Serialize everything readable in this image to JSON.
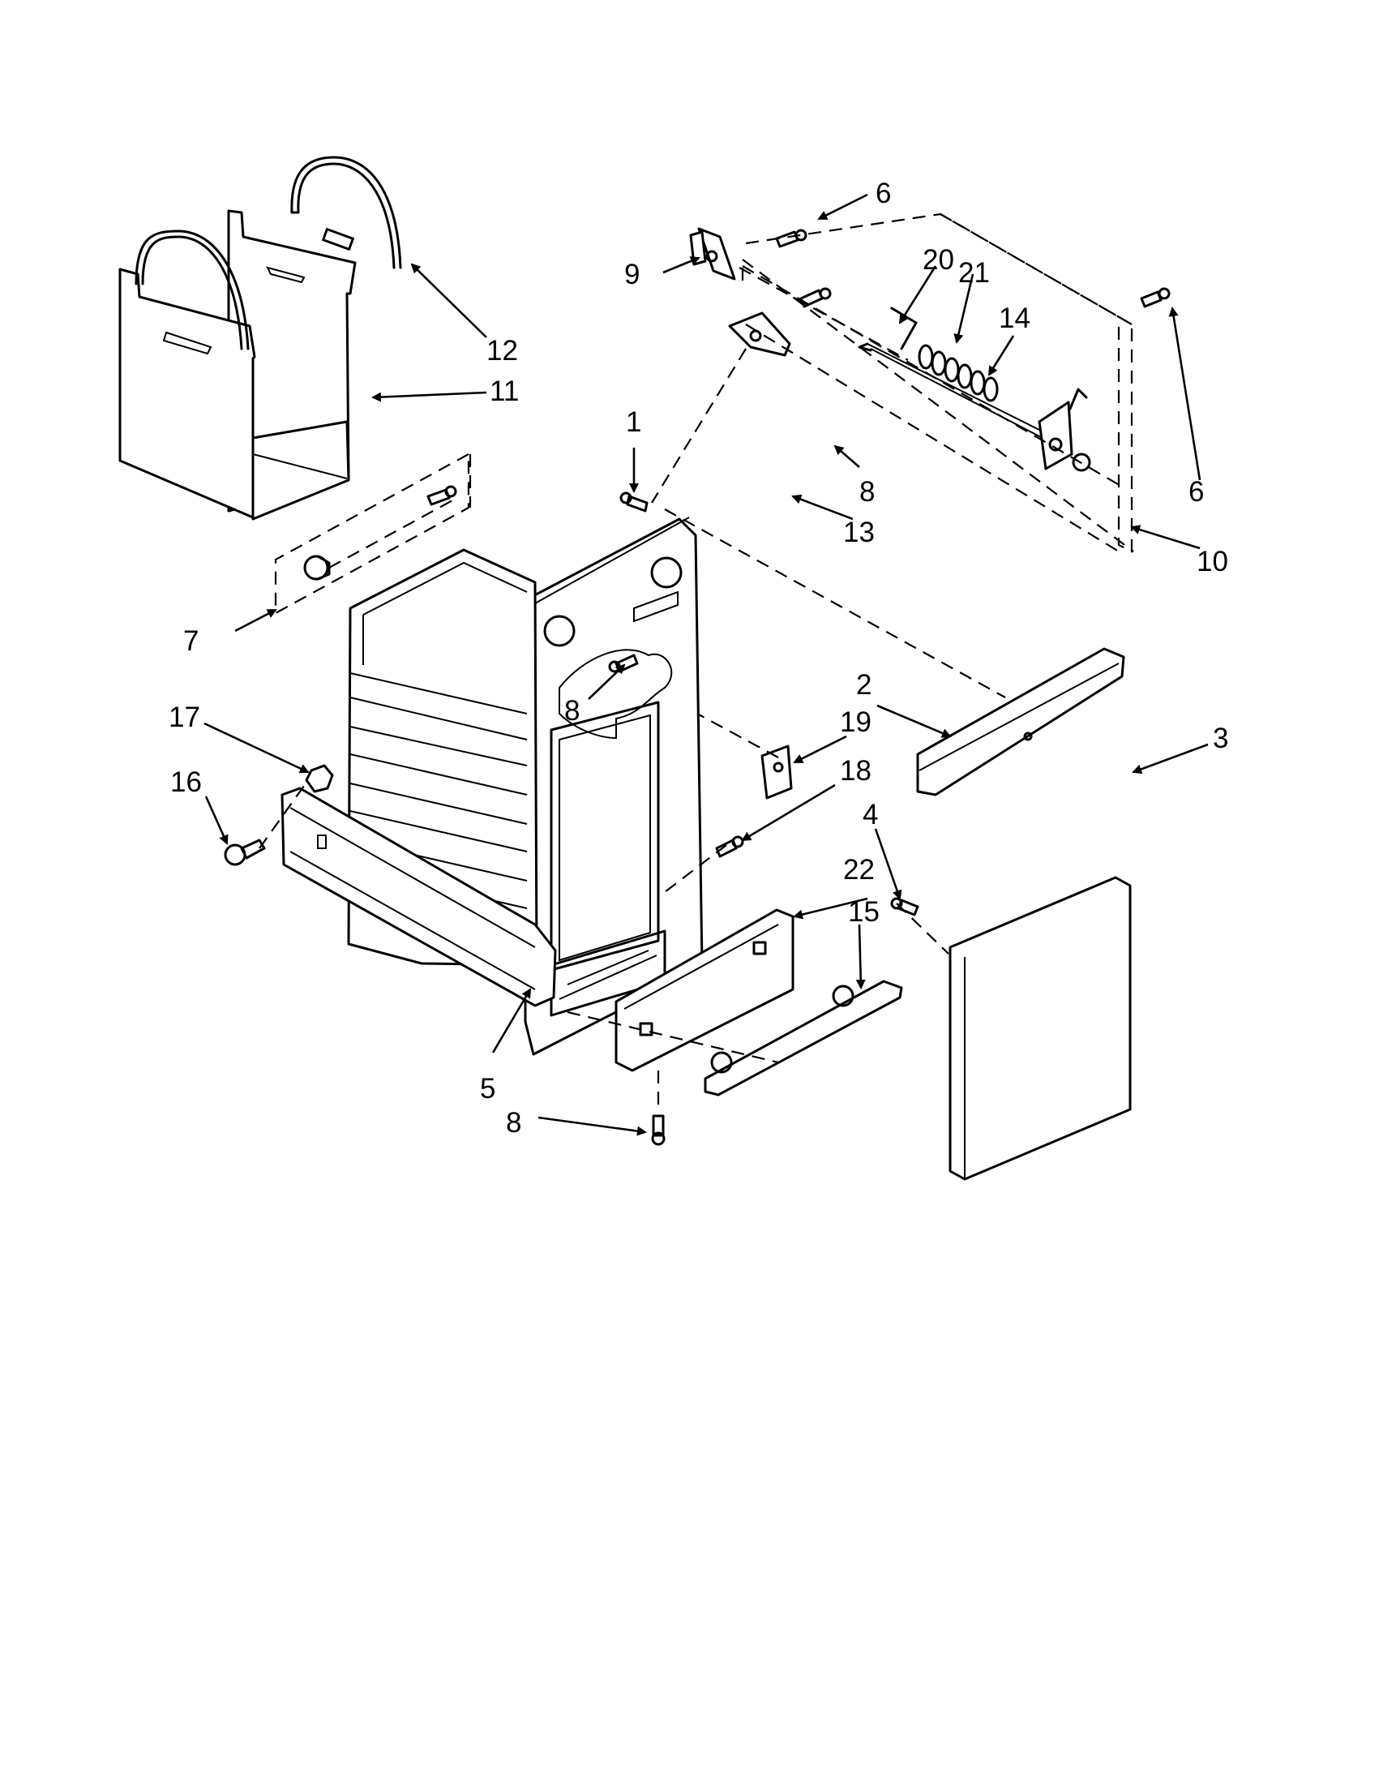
{
  "callouts": [
    {
      "id": "c1",
      "text": "1"
    },
    {
      "id": "c2",
      "text": "2"
    },
    {
      "id": "c3",
      "text": "3"
    },
    {
      "id": "c4",
      "text": "4"
    },
    {
      "id": "c5",
      "text": "5"
    },
    {
      "id": "c6a",
      "text": "6"
    },
    {
      "id": "c6b",
      "text": "6"
    },
    {
      "id": "c7",
      "text": "7"
    },
    {
      "id": "c8a",
      "text": "8"
    },
    {
      "id": "c8b",
      "text": "8"
    },
    {
      "id": "c8c",
      "text": "8"
    },
    {
      "id": "c9",
      "text": "9"
    },
    {
      "id": "c10",
      "text": "10"
    },
    {
      "id": "c11",
      "text": "11"
    },
    {
      "id": "c12",
      "text": "12"
    },
    {
      "id": "c13",
      "text": "13"
    },
    {
      "id": "c14",
      "text": "14"
    },
    {
      "id": "c15",
      "text": "15"
    },
    {
      "id": "c16",
      "text": "16"
    },
    {
      "id": "c17",
      "text": "17"
    },
    {
      "id": "c18",
      "text": "18"
    },
    {
      "id": "c19",
      "text": "19"
    },
    {
      "id": "c20",
      "text": "20"
    },
    {
      "id": "c21",
      "text": "21"
    },
    {
      "id": "c22",
      "text": "22"
    }
  ]
}
